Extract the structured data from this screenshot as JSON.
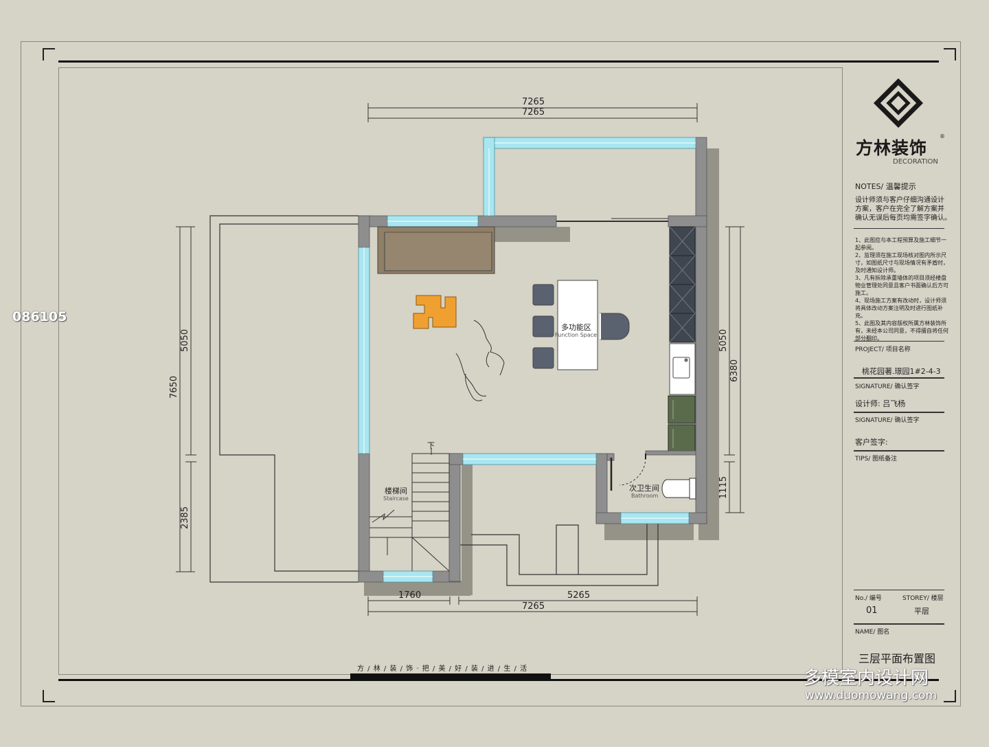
{
  "watermark_left": "086105",
  "watermark_bottom": {
    "cn": "多模室内设计网",
    "url": "www.duomowang.com"
  },
  "slogan": "方 / 林 / 装 / 饰 · 把 / 美 / 好 / 装 / 进 / 生 / 活",
  "brand": {
    "name": "方林装饰",
    "sub": "DECORATION",
    "reg": "®"
  },
  "notes": {
    "header": "NOTES/  温馨提示",
    "lines": [
      "设计师须与客户仔细沟通设计",
      "方案，客户在完全了解方案并",
      "确认无误后每页均需签字确认。"
    ],
    "small": [
      "1、此图应与本工程预算及施工细节一",
      "起参阅。",
      "2、监理须在施工现场核对图内所示尺",
      "寸，如图纸尺寸与现场情况有矛盾时，",
      "及时通知设计师。",
      "3、凡有拆除承重墙体的项目须经楼盘",
      "物业管理处同意且客户书面确认后方可",
      "施工。",
      "4、现场施工方案有改动时，设计师须",
      "将具体改动方案注明及时进行图纸补",
      "充。",
      "5、此图及其内容版权所属方林装饰所",
      "有，未经本公司同意，不得擅自将任何",
      "部分翻印。"
    ]
  },
  "project": {
    "label": "PROJECT/  项目名称",
    "value": "桃花园著.璟园1#2-4-3"
  },
  "signature1": {
    "label": "SIGNATURE/  确认签字",
    "value": "设计师: 吕飞杨"
  },
  "signature2": {
    "label": "SIGNATURE/  确认签字",
    "value": "客户签字:"
  },
  "tips": {
    "label": "TIPS/  图纸备注"
  },
  "number": {
    "label": "No./  编号",
    "value": "01"
  },
  "storey": {
    "label": "STOREY/  楼层",
    "value": "平层"
  },
  "name": {
    "label": "NAME/  图名",
    "value": "三层平面布置图"
  },
  "rooms": {
    "function_cn": "多功能区",
    "function_en": "Function Space",
    "stair_cn": "楼梯间",
    "stair_en": "Staircase",
    "bath_cn": "次卫生间",
    "bath_en": "Bathroom",
    "down": "下"
  },
  "dims": {
    "top1": "7265",
    "top2": "7265",
    "left_outer": "7650",
    "left_top": "5050",
    "left_bottom": "2385",
    "right_top": "5050",
    "right_outer": "6380",
    "right_bottom": "1115",
    "bottom_a": "1760",
    "bottom_b": "5265",
    "bottom_total": "7265"
  },
  "colors": {
    "background": "#d6d3c7",
    "wall": "#8e8e8e",
    "window": "#a8e6f0",
    "sofa": "#8f7f67",
    "chair": "#f0a030",
    "cabinet": "#3f4650",
    "appliance": "#5a6b4c"
  }
}
